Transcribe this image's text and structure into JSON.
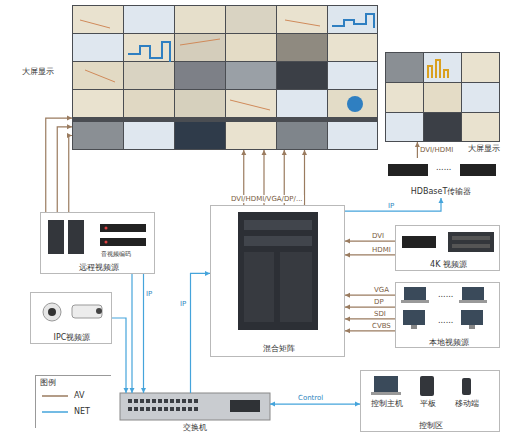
{
  "diagram": {
    "nodes": [
      {
        "text": [
          "大屏显示"
        ]
      },
      {
        "text": [
          "大屏显示"
        ]
      },
      {
        "text": [
          "HDBaseT传输器"
        ]
      },
      {
        "text": [
          "音视频编码",
          "远程视频源"
        ]
      },
      {
        "text": [
          "混合矩阵"
        ]
      },
      {
        "text": [
          "4K 视频源"
        ]
      },
      {
        "text": [
          "IPC视频源"
        ]
      },
      {
        "text": [
          "本地视频源"
        ]
      },
      {
        "text": [
          "交换机"
        ]
      },
      {
        "text": [
          "控制主机",
          "平板",
          "移动端",
          "控制区"
        ]
      }
    ],
    "edges": [
      {
        "from": 4,
        "to": 0,
        "arrow": "to",
        "label": "DVI/HDMI/VGA/DP/..."
      },
      {
        "from": 3,
        "to": 0,
        "arrow": "to"
      },
      {
        "from": 4,
        "to": 2,
        "arrow": "to",
        "label": "IP"
      },
      {
        "from": 2,
        "to": 1,
        "arrow": "to",
        "label": "DVI/HDMI"
      },
      {
        "from": 5,
        "to": 4,
        "arrow": "to",
        "label": "DVI"
      },
      {
        "from": 5,
        "to": 4,
        "arrow": "to",
        "label": "HDMI"
      },
      {
        "from": 7,
        "to": 4,
        "arrow": "to",
        "label": "VGA"
      },
      {
        "from": 7,
        "to": 4,
        "arrow": "to",
        "label": "DP"
      },
      {
        "from": 7,
        "to": 4,
        "arrow": "to",
        "label": "SDI"
      },
      {
        "from": 7,
        "to": 4,
        "arrow": "to",
        "label": "CVBS"
      },
      {
        "from": 3,
        "to": 8,
        "arrow": "to",
        "label": "IP"
      },
      {
        "from": 6,
        "to": 8,
        "arrow": "to"
      },
      {
        "from": 8,
        "to": 4,
        "arrow": "to",
        "label": "IP"
      },
      {
        "from": 9,
        "to": 8,
        "arrow": "both",
        "label": "Control"
      }
    ],
    "labels": [
      "图例",
      "......",
      "......",
      "......"
    ],
    "legend": [
      {
        "text": "AV"
      },
      {
        "text": "NET"
      }
    ]
  }
}
